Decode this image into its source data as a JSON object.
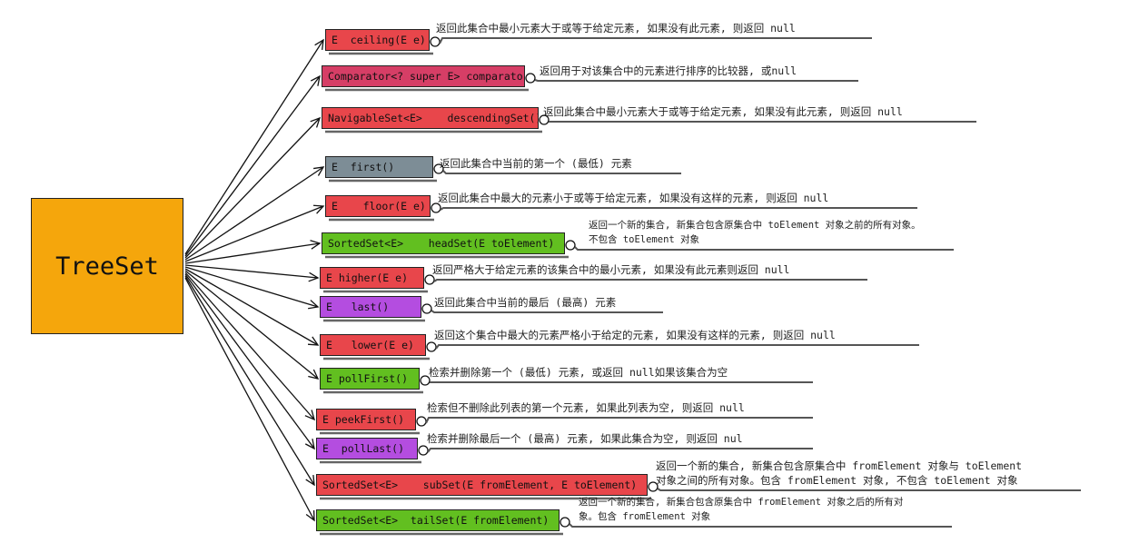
{
  "root": {
    "label": "TreeSet"
  },
  "colors": {
    "root": "#f5a60c",
    "red": "#e8464b",
    "pink": "#d63e66",
    "gray": "#7d8d96",
    "green": "#62bf20",
    "purple": "#b44de0"
  },
  "methods": [
    {
      "id": "ceiling",
      "signature": "E  ceiling(E e)",
      "color": "red",
      "description": [
        "返回此集合中最小元素大于或等于给定元素, 如果没有此元素, 则返回 null"
      ]
    },
    {
      "id": "comparator",
      "signature": "Comparator<? super E> comparator()",
      "color": "pink",
      "description": [
        "返回用于对该集合中的元素进行排序的比较器, 或null"
      ]
    },
    {
      "id": "descendingSet",
      "signature": "NavigableSet<E>    descendingSet()",
      "color": "red",
      "description": [
        "返回此集合中最小元素大于或等于给定元素, 如果没有此元素, 则返回 null"
      ]
    },
    {
      "id": "first",
      "signature": "E  first()",
      "color": "gray",
      "description": [
        "返回此集合中当前的第一个 (最低) 元素"
      ]
    },
    {
      "id": "floor",
      "signature": "E    floor(E e)",
      "color": "red",
      "description": [
        "返回此集合中最大的元素小于或等于给定元素, 如果没有这样的元素, 则返回 null"
      ]
    },
    {
      "id": "headSet",
      "signature": "SortedSet<E>    headSet(E toElement)",
      "color": "green",
      "description": [
        "返回一个新的集合, 新集合包含原集合中 toElement 对象之前的所有对象。",
        "不包含 toElement 对象"
      ]
    },
    {
      "id": "higher",
      "signature": "E higher(E e)",
      "color": "red",
      "description": [
        "返回严格大于给定元素的该集合中的最小元素, 如果没有此元素则返回 null"
      ]
    },
    {
      "id": "last",
      "signature": "E   last()",
      "color": "purple",
      "description": [
        "返回此集合中当前的最后 (最高) 元素"
      ]
    },
    {
      "id": "lower",
      "signature": "E   lower(E e)",
      "color": "red",
      "description": [
        "返回这个集合中最大的元素严格小于给定的元素, 如果没有这样的元素, 则返回 null"
      ]
    },
    {
      "id": "pollFirst",
      "signature": "E pollFirst()",
      "color": "green",
      "description": [
        "检索并删除第一个 (最低) 元素, 或返回 null如果该集合为空"
      ]
    },
    {
      "id": "peekFirst",
      "signature": "E peekFirst()",
      "color": "red",
      "description": [
        "检索但不删除此列表的第一个元素, 如果此列表为空, 则返回 null"
      ]
    },
    {
      "id": "pollLast",
      "signature": "E  pollLast()",
      "color": "purple",
      "description": [
        "检索并删除最后一个 (最高) 元素, 如果此集合为空, 则返回 nul"
      ]
    },
    {
      "id": "subSet",
      "signature": "SortedSet<E>    subSet(E fromElement, E toElement)",
      "color": "red",
      "description": [
        "返回一个新的集合, 新集合包含原集合中 fromElement 对象与 toElement",
        "对象之间的所有对象。包含 fromElement 对象, 不包含 toElement 对象"
      ]
    },
    {
      "id": "tailSet",
      "signature": "SortedSet<E>  tailSet(E fromElement)",
      "color": "green",
      "description": [
        "返回一个新的集合, 新集合包含原集合中 fromElement 对象之后的所有对",
        "象。包含 fromElement 对象"
      ]
    }
  ]
}
